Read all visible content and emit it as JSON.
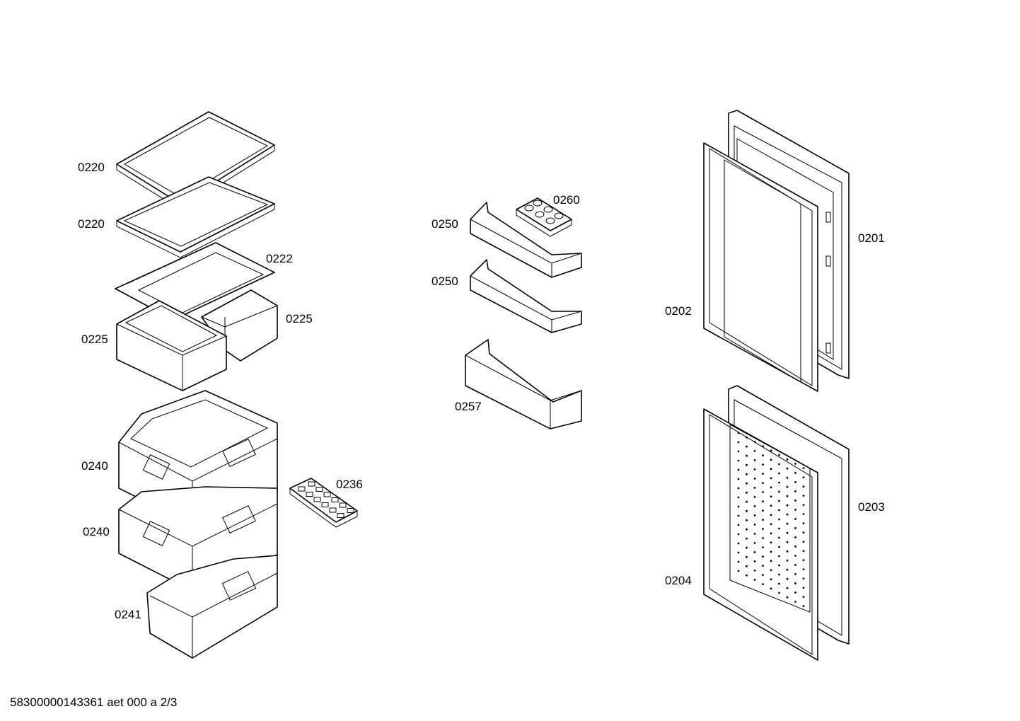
{
  "labels": {
    "p0220a": "0220",
    "p0220b": "0220",
    "p0222": "0222",
    "p0225a": "0225",
    "p0225b": "0225",
    "p0240a": "0240",
    "p0240b": "0240",
    "p0241": "0241",
    "p0236": "0236",
    "p0260": "0260",
    "p0250a": "0250",
    "p0250b": "0250",
    "p0257": "0257",
    "p0201": "0201",
    "p0202": "0202",
    "p0203": "0203",
    "p0204": "0204"
  },
  "footer": "58300000143361 aet 000 a 2/3"
}
